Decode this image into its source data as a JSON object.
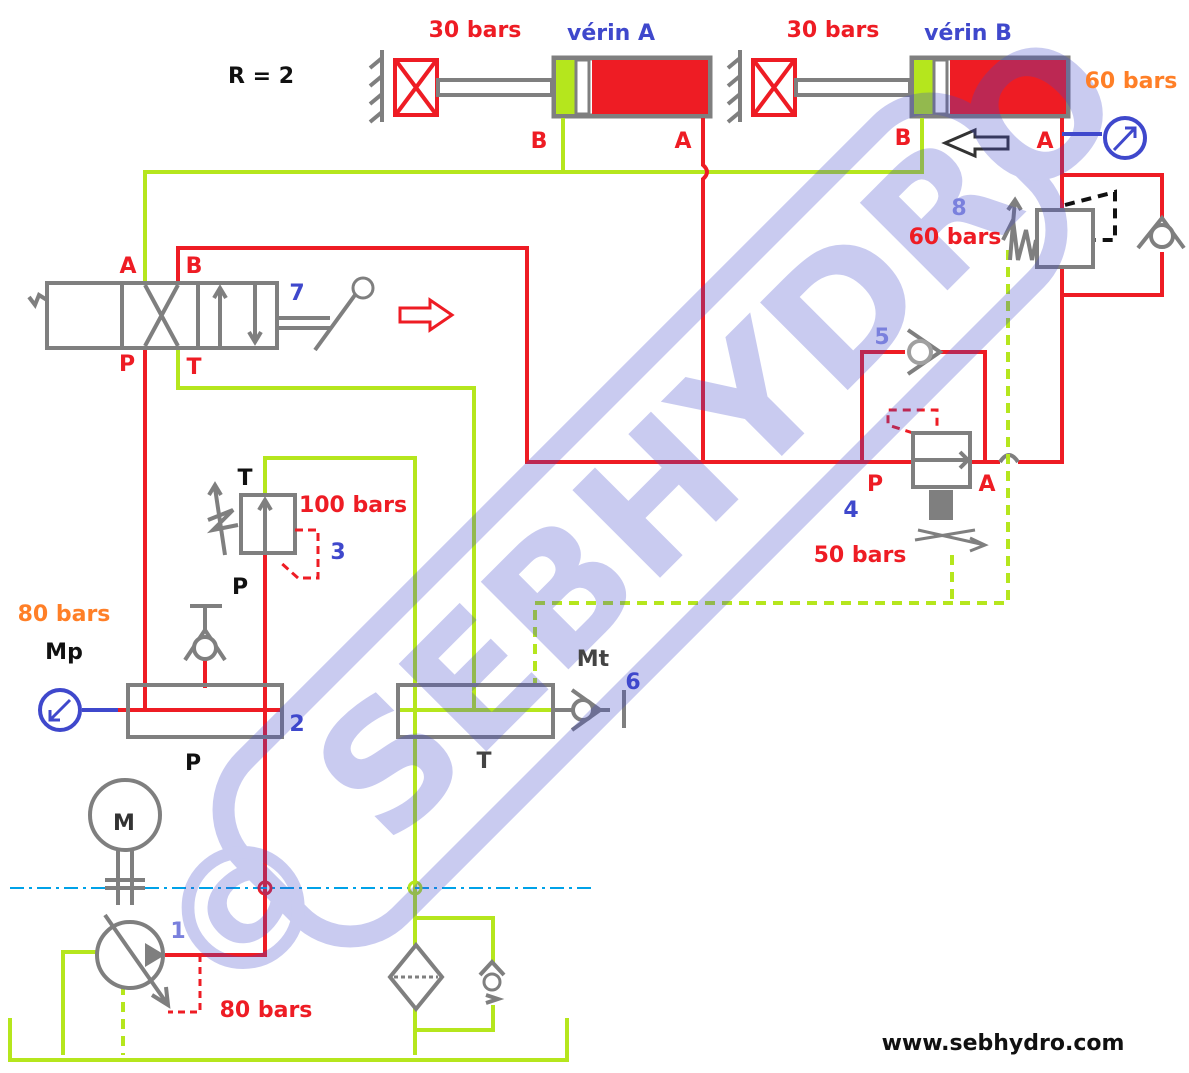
{
  "title_ratio": "R = 2",
  "cylinder_a": {
    "label": "vérin A",
    "pressure": "30 bars",
    "port_a": "A",
    "port_b": "B"
  },
  "cylinder_b": {
    "label": "vérin B",
    "pressure": "30 bars",
    "port_a": "A",
    "port_b": "B",
    "gauge_pressure": "60 bars"
  },
  "directional_valve": {
    "number": "7",
    "port_a": "A",
    "port_b": "B",
    "port_p": "P",
    "port_t": "T"
  },
  "sequence_valve_8": {
    "number": "8",
    "pressure": "60 bars"
  },
  "check_valve_5": {
    "number": "5"
  },
  "reducing_valve_4": {
    "number": "4",
    "port_p": "P",
    "port_a": "A",
    "pressure": "50 bars"
  },
  "relief_valve_3": {
    "number": "3",
    "port_t": "T",
    "port_p": "P",
    "pressure": "100 bars"
  },
  "block_p": {
    "number": "2",
    "label": "P",
    "gauge_pressure": "80 bars",
    "gauge_label": "Mp"
  },
  "block_t": {
    "label": "T",
    "gauge_label": "Mt",
    "number": "6"
  },
  "motor": {
    "label": "M"
  },
  "pump": {
    "number": "1",
    "pressure": "80 bars"
  },
  "footer": {
    "website": "www.sebhydro.com"
  },
  "watermark": "© SEBHYDRO",
  "colors": {
    "pressure": "#ee1c24",
    "return": "#b5e61d",
    "component": "#7f7f7f",
    "numbers": "#3f48cc",
    "gauge": "#ff7f27"
  }
}
